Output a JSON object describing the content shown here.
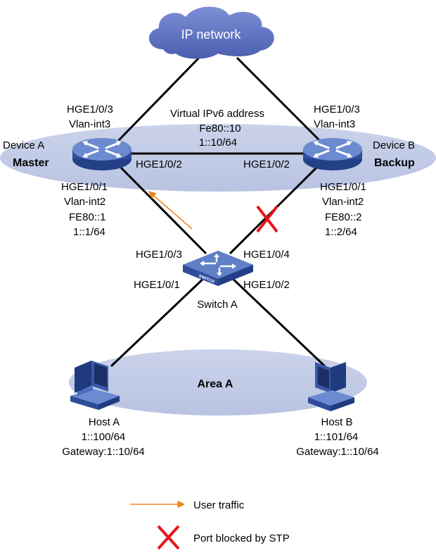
{
  "colors": {
    "ellipse_fill": "#c6cee7",
    "device_blue": "#2e4c9a",
    "device_light": "#5f7fc6",
    "cloud": "#5a6fbf",
    "traffic_arrow": "#f0821e",
    "block_mark": "#e8141c",
    "link": "#000000"
  },
  "cloud": {
    "label": "IP network",
    "icon": "cloud-icon"
  },
  "vrrp_group": {
    "title": "Virtual IPv6 address",
    "ll_addr": "Fe80::10",
    "global_addr": "1::10/64"
  },
  "device_a": {
    "name": "Device A",
    "role": "Master",
    "icon": "router-icon",
    "up_port": "HGE1/0/3",
    "up_vlan": "Vlan-int3",
    "peer_port": "HGE1/0/2",
    "down_port": "HGE1/0/1",
    "down_vlan": "Vlan-int2",
    "down_ll": "FE80::1",
    "down_ip": "1::1/64"
  },
  "device_b": {
    "name": "Device B",
    "role": "Backup",
    "icon": "router-icon",
    "up_port": "HGE1/0/3",
    "up_vlan": "Vlan-int3",
    "peer_port": "HGE1/0/2",
    "down_port": "HGE1/0/1",
    "down_vlan": "Vlan-int2",
    "down_ll": "FE80::2",
    "down_ip": "1::2/64"
  },
  "switch_a": {
    "name": "Switch A",
    "badge": "SWITCH",
    "icon": "switch-icon",
    "port_to_a": "HGE1/0/3",
    "port_to_b": "HGE1/0/4",
    "port_to_host_a": "HGE1/0/1",
    "port_to_host_b": "HGE1/0/2"
  },
  "area": {
    "label": "Area A"
  },
  "host_a": {
    "name": "Host A",
    "icon": "computer-icon",
    "ip": "1::100/64",
    "gateway": "Gateway:1::10/64"
  },
  "host_b": {
    "name": "Host B",
    "icon": "computer-icon",
    "ip": "1::101/64",
    "gateway": "Gateway:1::10/64"
  },
  "legend": {
    "traffic_label": "User traffic",
    "blocked_label": "Port blocked by STP"
  }
}
